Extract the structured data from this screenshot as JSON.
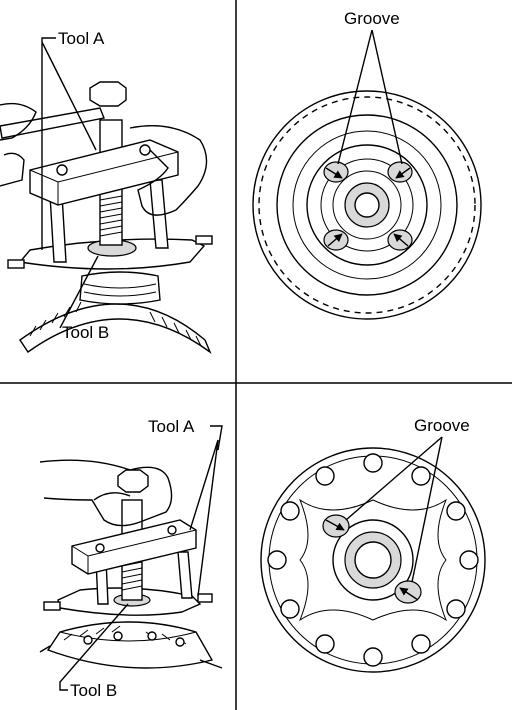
{
  "panels": [
    {
      "id": "top-left",
      "labels": {
        "tool_a": "Tool A",
        "tool_b": "Tool B"
      }
    },
    {
      "id": "top-right",
      "labels": {
        "groove": "Groove"
      }
    },
    {
      "id": "bottom-left",
      "labels": {
        "tool_a": "Tool A",
        "tool_b": "Tool B"
      }
    },
    {
      "id": "bottom-right",
      "labels": {
        "groove": "Groove"
      }
    }
  ]
}
